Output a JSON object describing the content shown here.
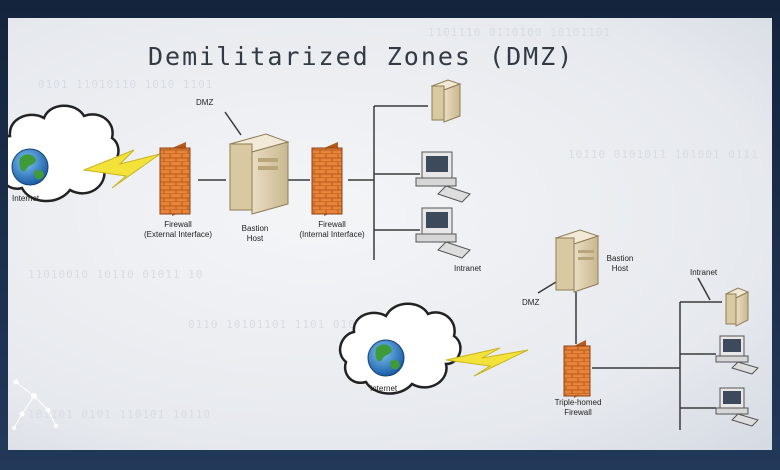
{
  "title": "Demilitarized Zones (DMZ)",
  "top_diagram": {
    "cloud_label": "Internet",
    "dmz_label": "DMZ",
    "firewall_ext_label_1": "Firewall",
    "firewall_ext_label_2": "(External Interface)",
    "bastion_label_1": "Bastion",
    "bastion_label_2": "Host",
    "firewall_int_label_1": "Firewall",
    "firewall_int_label_2": "(Internal Interface)",
    "intranet_label": "Intranet"
  },
  "bottom_diagram": {
    "cloud_label": "Internet",
    "bastion_label_1": "Bastion",
    "bastion_label_2": "Host",
    "dmz_label": "DMZ",
    "intranet_label": "Intranet",
    "firewall_label_1": "Triple-homed",
    "firewall_label_2": "Firewall"
  },
  "background_binary": [
    "1101110 0110100 10101101",
    "0101 11010110 1010 1101",
    "10110 0101011 101001 0111",
    "11010010 10110 01011 10",
    "0110 10101101 1101 0100",
    "101101 0101 110101 10110"
  ],
  "colors": {
    "frame": "#1d3150",
    "firewall": "#e8843a",
    "lightning": "#f2e23a",
    "line": "#3a3a3a"
  }
}
